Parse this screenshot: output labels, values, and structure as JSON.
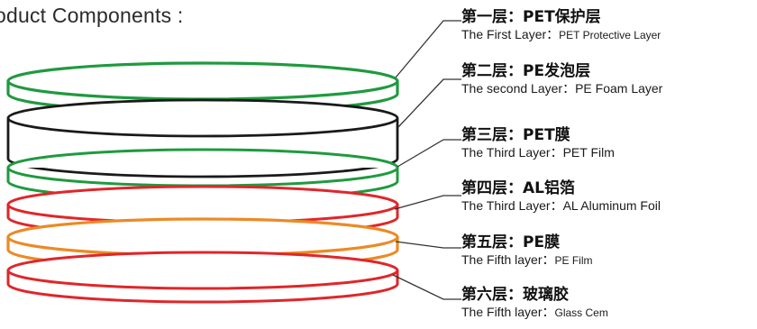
{
  "title": "oduct Components :",
  "colors": {
    "green": "#1f9a3f",
    "black": "#1a1a1a",
    "red": "#e0262a",
    "orange": "#ec8a25",
    "leader": "#333333"
  },
  "layers": [
    {
      "cn": "第一层：PET保护层",
      "en_prefix": "The First Layer：",
      "en_name": "PET Protective Layer",
      "color": "green",
      "small": true
    },
    {
      "cn": "第二层：PE发泡层",
      "en_prefix": "The second Layer：",
      "en_name": "PE Foam Layer",
      "color": "black",
      "small": false
    },
    {
      "cn": "第三层：PET膜",
      "en_prefix": "The Third Layer：",
      "en_name": "PET Film",
      "color": "green",
      "small": false
    },
    {
      "cn": "第四层：AL铝箔",
      "en_prefix": "The Third Layer：",
      "en_name": "AL Aluminum Foil",
      "color": "red",
      "small": false
    },
    {
      "cn": "第五层：PE膜",
      "en_prefix": "The Fifth layer：",
      "en_name": "PE Film",
      "color": "orange",
      "small": true
    },
    {
      "cn": "第六层：玻璃胶",
      "en_prefix": "The Fifth layer：",
      "en_name": "Glass Cem",
      "color": "red",
      "small": true
    }
  ]
}
